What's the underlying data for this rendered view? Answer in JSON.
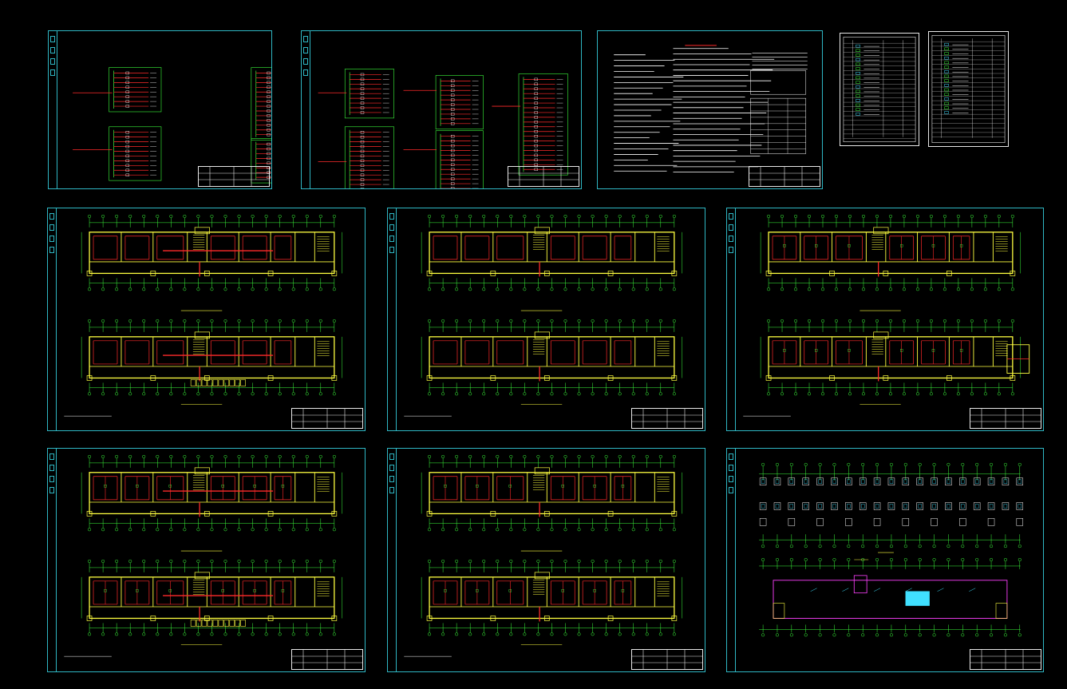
{
  "app": {
    "title": ""
  },
  "colors": {
    "frame": "#2fb7c4",
    "wall": "#ffff40",
    "wire": "#ff2a2a",
    "axis": "#3cff3c",
    "text": "#ffffff",
    "titleblock": "#e8e8e8",
    "magenta": "#ff40ff",
    "cyan": "#40e0ff",
    "background": "#000000"
  },
  "sheets": [
    {
      "id": "s1",
      "kind": "riser",
      "caption": ""
    },
    {
      "id": "s2",
      "kind": "riser",
      "caption": ""
    },
    {
      "id": "s3",
      "kind": "notes",
      "caption": ""
    },
    {
      "id": "s4",
      "kind": "legend",
      "caption": ""
    },
    {
      "id": "s5",
      "kind": "legend",
      "caption": ""
    },
    {
      "id": "s6",
      "kind": "plan-pair",
      "caption": ""
    },
    {
      "id": "s7",
      "kind": "plan-pair",
      "caption": ""
    },
    {
      "id": "s8",
      "kind": "plan-pair",
      "caption": ""
    },
    {
      "id": "s9",
      "kind": "plan-pair",
      "caption": ""
    },
    {
      "id": "s10",
      "kind": "plan-pair",
      "caption": ""
    },
    {
      "id": "s11",
      "kind": "foundation",
      "caption": ""
    }
  ],
  "icons": [
    "drawing-sheet-icon"
  ]
}
